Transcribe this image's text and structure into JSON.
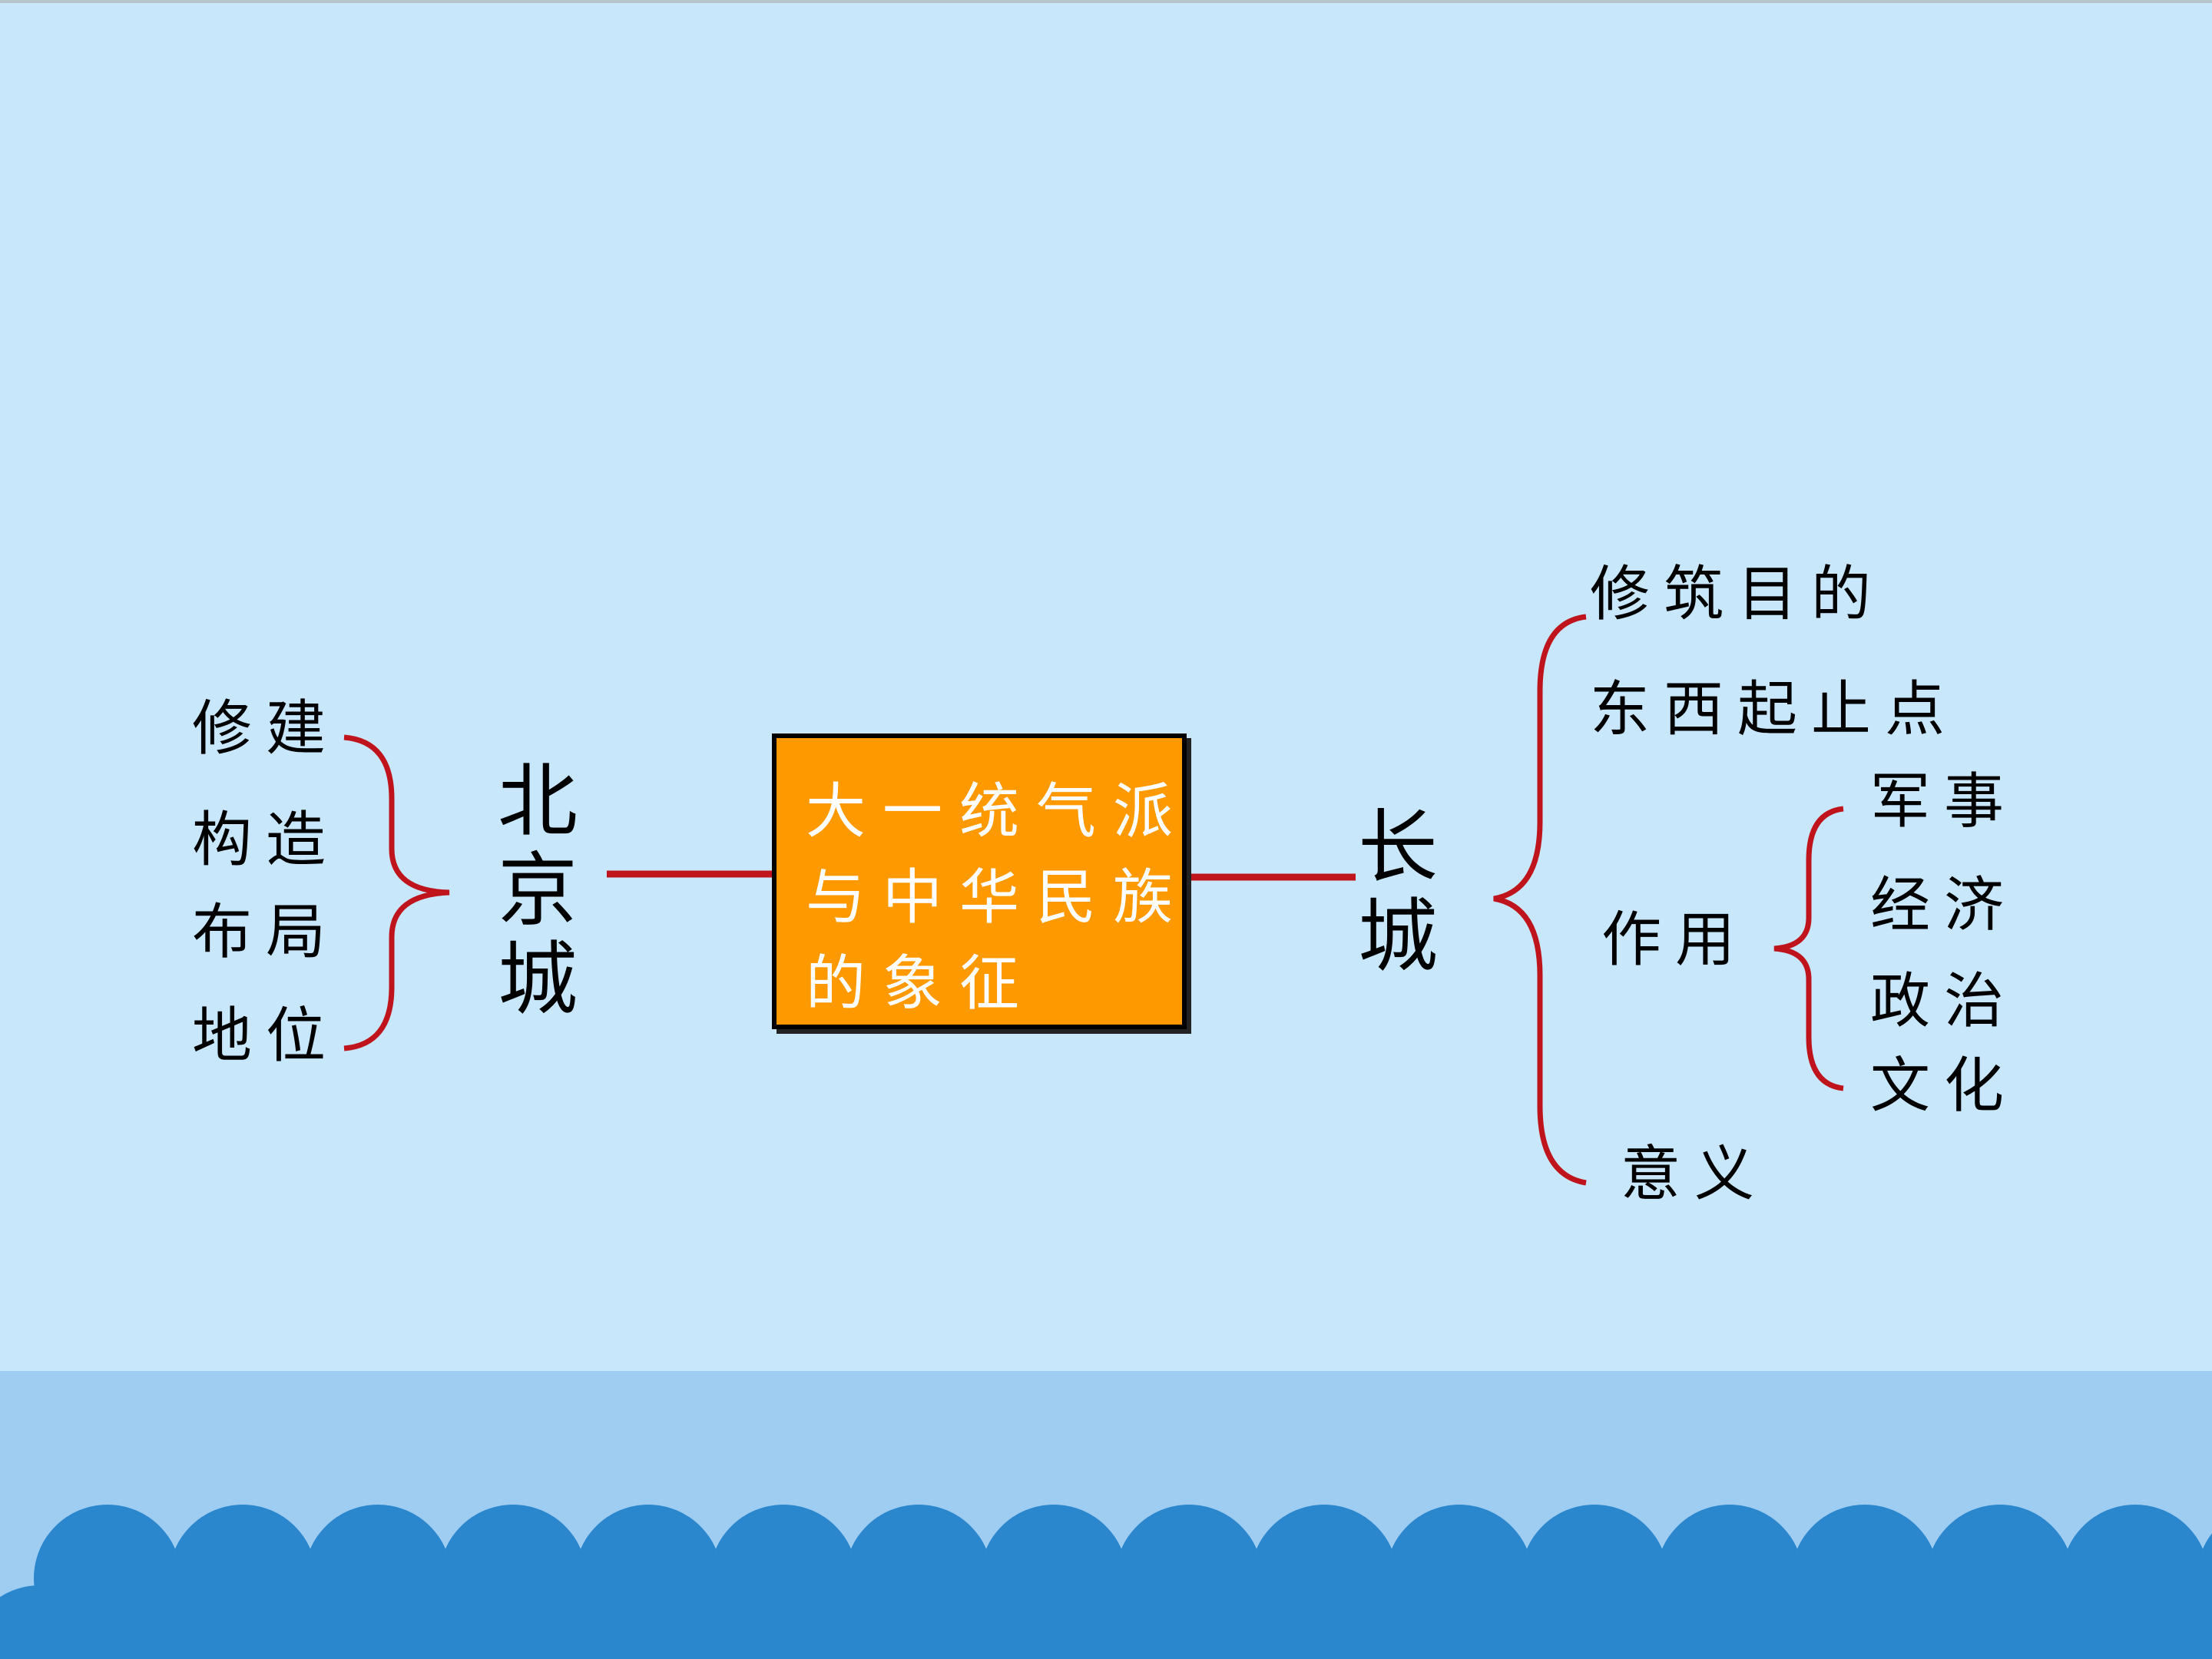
{
  "center": {
    "lines": [
      "大一统气派",
      "与中华民族",
      "的象征"
    ],
    "fill": "#ff9900",
    "border": "#000000",
    "text_color": "#ffffff"
  },
  "beijing": {
    "title": "北京城",
    "items": [
      "修建",
      "构造",
      "布局",
      "地位"
    ]
  },
  "great_wall": {
    "title": "长城",
    "items": [
      "修筑目的",
      "东西起止点",
      "作用",
      "意义"
    ],
    "role": {
      "items": [
        "军事",
        "经济",
        "政治",
        "文化"
      ]
    }
  },
  "colors": {
    "background": "#c8e7fb",
    "connector": "#c0141c",
    "wave_band": "#9fcdf1",
    "wave": "#2a87cd"
  }
}
